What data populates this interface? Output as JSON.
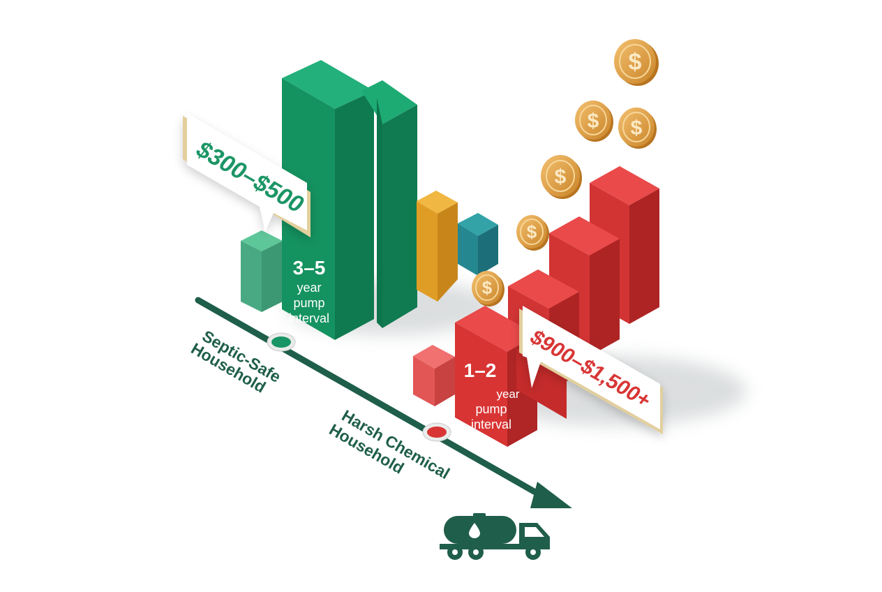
{
  "colors": {
    "green": "#1a9565",
    "dark_green": "#1f5e4a",
    "red": "#d83434",
    "orange": "#e6a22c",
    "teal": "#25868f",
    "gold": "#d99a3a"
  },
  "safe": {
    "label_line1": "Septic-Safe",
    "label_line2": "Household",
    "cost": "$300–$500",
    "interval_value": "3–5",
    "interval_unit": "year",
    "interval_line2": "pump",
    "interval_line3": "interval"
  },
  "harsh": {
    "label_line1": "Harsh Chemical",
    "label_line2": "Household",
    "cost": "$900–$1,500+",
    "interval_value": "1–2",
    "interval_unit": "year",
    "interval_line2": "pump",
    "interval_line3": "interval"
  },
  "icons": {
    "coin": "dollar-coin-icon",
    "truck": "septic-truck-icon",
    "pin": "marker-dot-icon"
  },
  "coin_symbol": "$"
}
